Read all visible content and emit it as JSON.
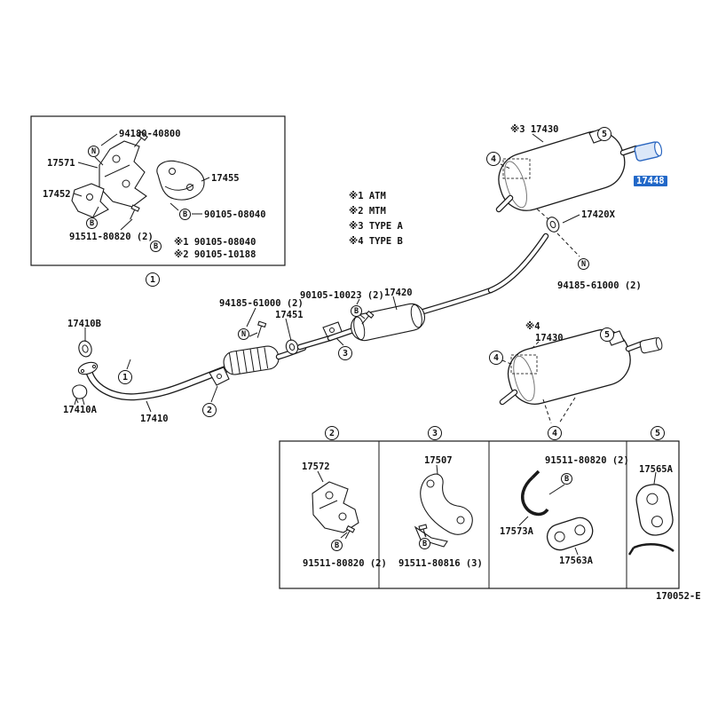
{
  "colors": {
    "highlight": "#2268c8"
  },
  "footer": {
    "drawing_number": "170052-E"
  },
  "legend": {
    "items": [
      {
        "text": "※1 ATM"
      },
      {
        "text": "※2 MTM"
      },
      {
        "text": "※3 TYPE A"
      },
      {
        "text": "※4 TYPE B"
      }
    ]
  },
  "inset": {
    "callout": "1",
    "labels": {
      "stud_bolt": "94180-40800",
      "bracket_upper": "17571",
      "insulator": "17455",
      "bracket_lower": "17452",
      "bolt": "90105-08040",
      "bolt2": "91511-80820 (2)",
      "note1": "※1 90105-08040",
      "note2": "※2 90105-10188"
    },
    "markers": {
      "n": "N",
      "b1": "B",
      "b2": "B",
      "b3": "B"
    }
  },
  "main": {
    "muffler_a": {
      "label": "※3 17430",
      "hanger_callout": "5",
      "bracket_callout": "4"
    },
    "muffler_b": {
      "note": "※4",
      "label": "17430",
      "hanger_callout": "5",
      "bracket_callout": "4"
    },
    "tail_tip": "17448",
    "gasket_rear": "17420X",
    "nut_rear": "94185-61000 (2)",
    "bolt_center": "90105-10023 (2)",
    "pipe_center": "17420",
    "nut_front": "94185-61000 (2)",
    "bracket": "17451",
    "gasket_front": "17410B",
    "pipe_front": "17410",
    "clamp": "17410A",
    "callout_gasket": "1",
    "callout_bracket2": "2",
    "callout_bracket3": "3",
    "markers": {
      "n_rear": "N",
      "n_front": "N",
      "b_center": "B"
    }
  },
  "panel": {
    "sections": [
      {
        "num": "2",
        "part": "17572",
        "fastener": "91511-80820 (2)",
        "marker": "B"
      },
      {
        "num": "3",
        "part": "17507",
        "fastener": "91511-80816 (3)",
        "marker": "B"
      },
      {
        "num": "4",
        "part": "17573A",
        "part2": "17563A",
        "fastener": "91511-80820 (2)",
        "marker": "B"
      },
      {
        "num": "5",
        "part": "17565A"
      }
    ]
  }
}
